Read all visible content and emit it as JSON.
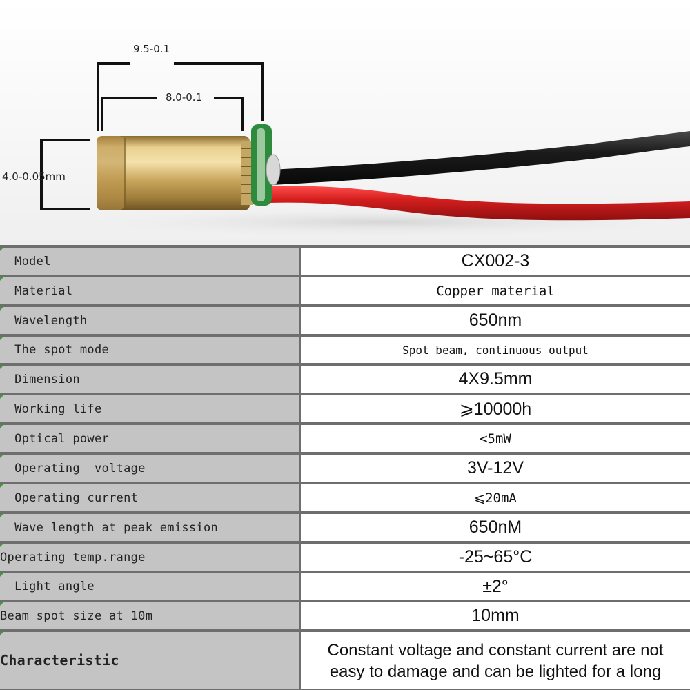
{
  "photo": {
    "dimensions": {
      "outer_length": "9.5-0.1",
      "inner_length": "8.0-0.1",
      "diameter": "4.0-0.05mm"
    },
    "colors": {
      "brass": "#c9a55b",
      "wire_red": "#d41e1e",
      "wire_black": "#1b1b1b",
      "pcb_green": "#2e8b3e"
    }
  },
  "spec_table": {
    "rows": [
      {
        "label": "  Model",
        "value": "CX002-3",
        "style": "sans"
      },
      {
        "label": "  Material",
        "value": "Copper material",
        "style": "mono"
      },
      {
        "label": "  Wavelength",
        "value": "650nm",
        "style": "sans"
      },
      {
        "label": "  The spot mode",
        "value": "Spot beam, continuous output",
        "style": "mono-sm"
      },
      {
        "label": "  Dimension",
        "value": "4X9.5mm",
        "style": "sans"
      },
      {
        "label": "  Working life",
        "value": "⩾10000h",
        "style": "sans"
      },
      {
        "label": "  Optical power",
        "value": "<5mW",
        "style": "mono"
      },
      {
        "label": "  Operating  voltage",
        "value": "3V-12V",
        "style": "sans"
      },
      {
        "label": "  Operating current",
        "value": "⩽20mA",
        "style": "mono"
      },
      {
        "label": "  Wave length at peak emission",
        "value": "650nM",
        "style": "sans"
      },
      {
        "label": "Operating temp.range",
        "value": "-25~65°C",
        "style": "sans"
      },
      {
        "label": "  Light angle",
        "value": "±2°",
        "style": "sans"
      },
      {
        "label": "Beam spot size at 10m",
        "value": "10mm",
        "style": "sans"
      },
      {
        "label": "Characteristic",
        "value": "Constant voltage and constant current are not easy to damage and can be lighted for a long",
        "style": "wrap"
      }
    ]
  },
  "colors": {
    "label_bg": "#c4c4c4",
    "border": "#6e6e6e",
    "corner_mark": "#3c9a3c"
  }
}
